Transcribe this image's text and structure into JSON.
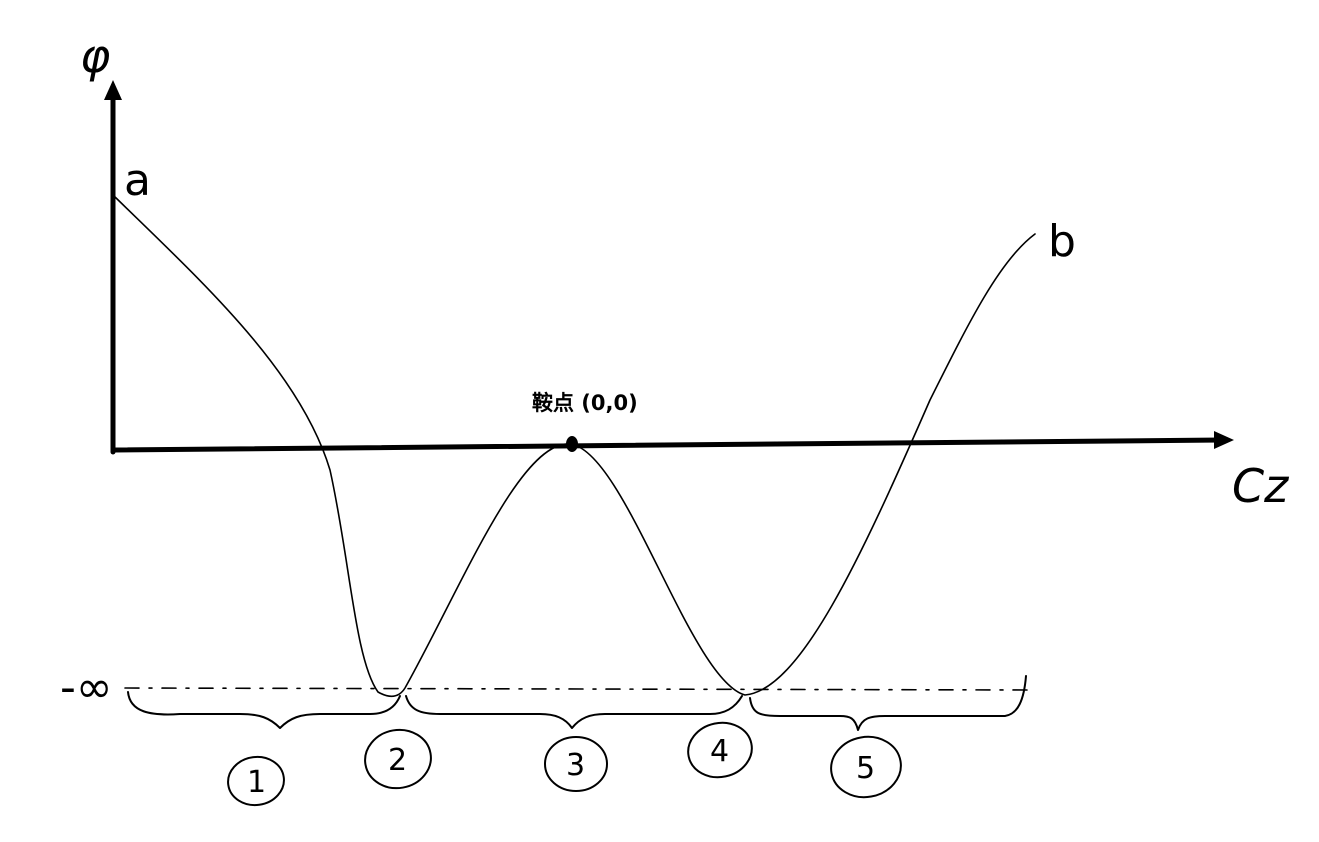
{
  "axes": {
    "y_label": "φ",
    "x_label": "Cz"
  },
  "curve": {
    "start_label": "a",
    "end_label": "b"
  },
  "saddle_point": {
    "label": "鞍点 (0,0)"
  },
  "baseline": {
    "label": "-∞"
  },
  "regions": [
    {
      "label": "1"
    },
    {
      "label": "2"
    },
    {
      "label": "3"
    },
    {
      "label": "4"
    },
    {
      "label": "5"
    }
  ]
}
